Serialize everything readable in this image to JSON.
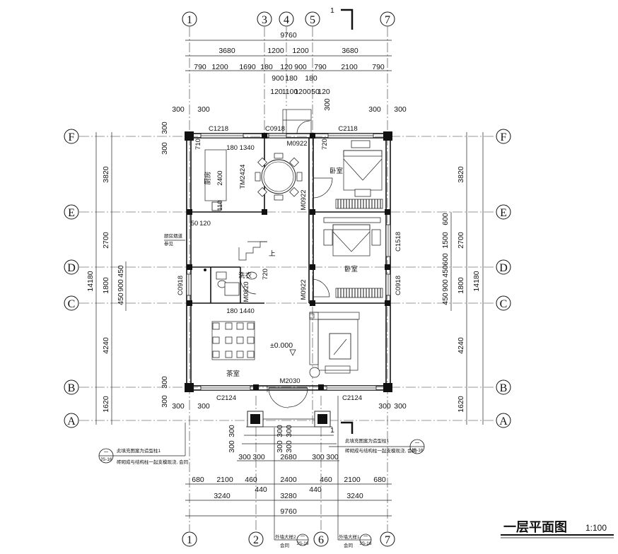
{
  "title": {
    "main": "一层平面图",
    "scale": "1:100"
  },
  "axes": {
    "top": [
      "1",
      "3",
      "4",
      "5",
      "7"
    ],
    "bottom": [
      "1",
      "2",
      "6",
      "7"
    ],
    "left": [
      "F",
      "E",
      "D",
      "C",
      "B",
      "A"
    ],
    "right": [
      "F",
      "E",
      "D",
      "C",
      "B",
      "A"
    ]
  },
  "section_mark": "1",
  "dims_top": {
    "total": "9760",
    "row2": [
      "3680",
      "1200",
      "1200",
      "3680"
    ],
    "row3": [
      "790",
      "1200",
      "1690",
      "180",
      "120",
      "900",
      "790",
      "2100",
      "790"
    ],
    "row4": [
      "900",
      "180",
      "180"
    ],
    "row5": [
      "120",
      "1100",
      "1200",
      "50",
      "120"
    ],
    "stair_300": "300",
    "corner": [
      "300",
      "300",
      "300",
      "300"
    ]
  },
  "dims_side": {
    "left_total": "14180",
    "right_total": "14180",
    "segments": [
      "3820",
      "2700",
      "1800",
      "4240",
      "1620"
    ],
    "left_sub": [
      "450",
      "900",
      "450"
    ],
    "right_sub": [
      "600",
      "1500",
      "600",
      "450",
      "900",
      "450"
    ],
    "corners": [
      "300",
      "300",
      "300",
      "300"
    ]
  },
  "dims_bottom": {
    "total": "9760",
    "row1": [
      "680",
      "2100",
      "460",
      "2400",
      "460",
      "2100",
      "680"
    ],
    "row0": [
      "440",
      "440"
    ],
    "row2": [
      "3240",
      "3280",
      "3240"
    ],
    "porch": [
      "300",
      "300",
      "2680",
      "300",
      "300"
    ],
    "corner": [
      "300",
      "300",
      "300",
      "300"
    ],
    "steps": [
      "300",
      "300",
      "300",
      "300",
      "300",
      "300"
    ]
  },
  "windows": [
    "C1218",
    "C0918",
    "C2118",
    "C1518",
    "C0918",
    "C0918",
    "C2124",
    "C2124"
  ],
  "doors": [
    "M0922",
    "M0922",
    "M0922",
    "M0820",
    "M2030",
    "TM2424"
  ],
  "rooms": {
    "kitchen": "厨房",
    "bedroom1": "卧室",
    "bedroom2": "卧室",
    "laundry": "洗衣",
    "tea": "茶室",
    "up": "上"
  },
  "annotations": {
    "dim_kitchen_top": "180 1340",
    "dim_kitchen_side": "2400",
    "dim_kitchen_710": "710",
    "dim_kitchen_110": "110",
    "dim_bed_720": "720",
    "dim_50": "50",
    "dim_120": "120",
    "dim_720b": "720",
    "dim_tea": "180 1440",
    "level": "±0.000",
    "fire_note1": "厨房烟道",
    "fire_note2": "参见",
    "left_note1": "此填充图案为造型柱1",
    "left_note2": "砖砌成与结构柱一起支模现浇, 会同",
    "right_note1": "此填充图案为造型柱1",
    "right_note2": "砖砌成与结构柱一起支模现浇, 会同",
    "bottom_note_a": "外墙大样2",
    "bottom_note_b": "外墙大样1",
    "bottom_note_sub": "会同",
    "circle_top": "一",
    "circle_bot": "JS-16"
  }
}
